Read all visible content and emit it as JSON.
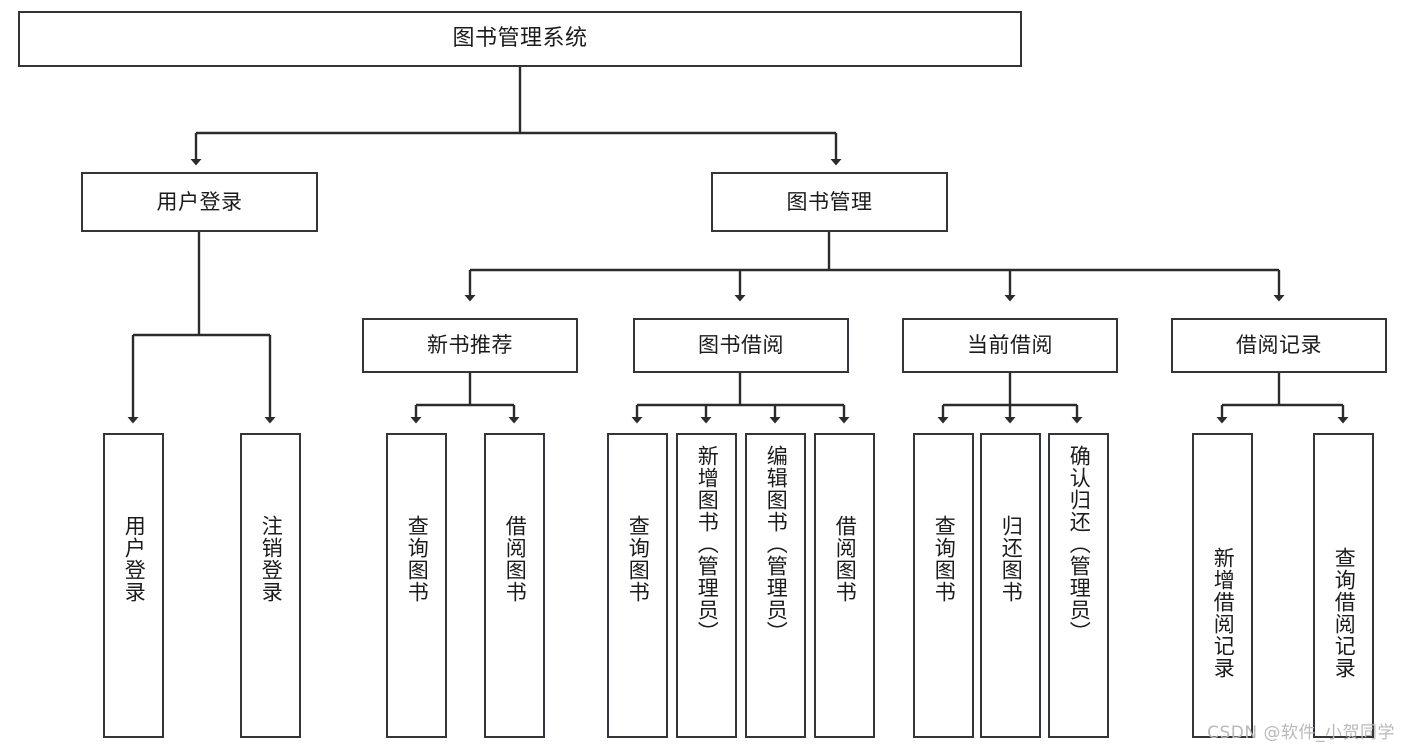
{
  "diagram": {
    "title": "图书管理系统",
    "type": "tree-hierarchy-diagram",
    "colors": {
      "box_border": "#34343a",
      "box_fill": "#ffffff",
      "edge": "#2b2b2b",
      "text": "#1b1b1b",
      "watermark": "#b9b9b9"
    },
    "root": {
      "label": "图书管理系统"
    },
    "level1": [
      {
        "label": "用户登录"
      },
      {
        "label": "图书管理"
      }
    ],
    "level2": [
      {
        "label": "新书推荐"
      },
      {
        "label": "图书借阅"
      },
      {
        "label": "当前借阅"
      },
      {
        "label": "借阅记录"
      }
    ],
    "leaves": {
      "user_login": [
        {
          "label": "用户登录"
        },
        {
          "label": "注销登录"
        }
      ],
      "new_book_recommend": [
        {
          "label": "查询图书"
        },
        {
          "label": "借阅图书"
        }
      ],
      "book_borrow": [
        {
          "label": "查询图书"
        },
        {
          "label": "新增图书（管理员）"
        },
        {
          "label": "编辑图书（管理员）"
        },
        {
          "label": "借阅图书"
        }
      ],
      "current_borrow": [
        {
          "label": "查询图书"
        },
        {
          "label": "归还图书"
        },
        {
          "label": "确认归还（管理员）"
        }
      ],
      "borrow_records": [
        {
          "label": "新增借阅记录"
        },
        {
          "label": "查询借阅记录"
        }
      ]
    }
  },
  "watermark": {
    "text": "CSDN @软件_小贺同学"
  }
}
